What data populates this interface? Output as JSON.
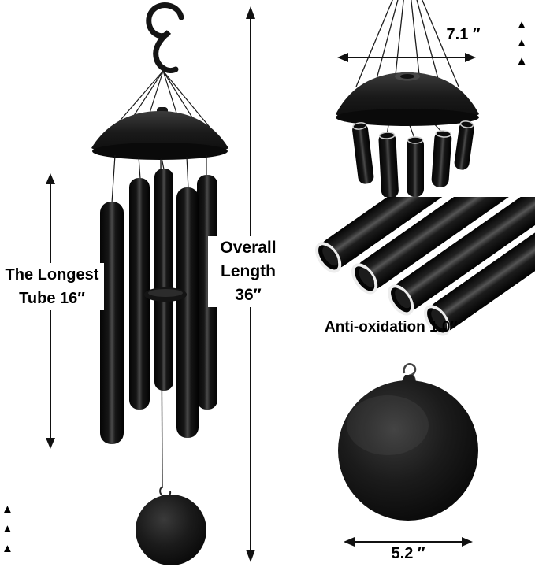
{
  "canvas": {
    "width": "679",
    "height": "720",
    "background": "#ffffff"
  },
  "colors": {
    "product_black": "#111111",
    "annotation_text": "#000000",
    "rim_silver": "#ededed"
  },
  "annotations": {
    "longest_tube": {
      "line1": "The Longest",
      "line2": "Tube 16″"
    },
    "overall_length": {
      "line1": "Overall",
      "line2": "Length",
      "line3": "36″"
    },
    "dome_width": "7.1 ″",
    "anti_oxidation": "Anti-oxidation 1.0″",
    "catcher_width": "5.2 ″"
  },
  "decor": {
    "triangle": "▲"
  }
}
